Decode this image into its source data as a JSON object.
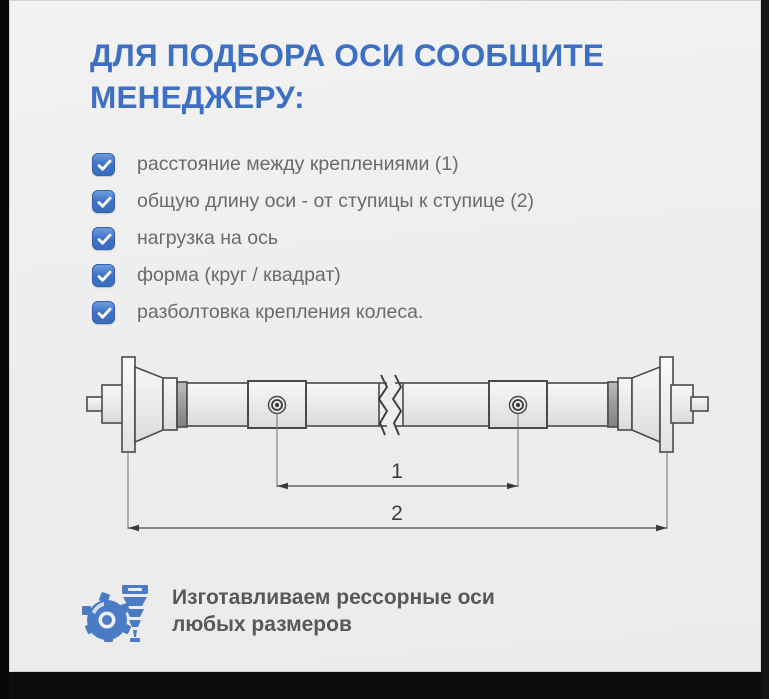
{
  "heading": {
    "line1": "ДЛЯ ПОДБОРА ОСИ СООБЩИТЕ",
    "line2": "МЕНЕДЖЕРУ:"
  },
  "checklist": {
    "items": [
      {
        "label": "расстояние между креплениями (1)",
        "icon": "check-icon"
      },
      {
        "label": "общую длину оси - от ступицы к ступице (2)",
        "icon": "check-icon"
      },
      {
        "label": "нагрузка на ось",
        "icon": "check-icon"
      },
      {
        "label": "форма (круг / квадрат)",
        "icon": "check-icon"
      },
      {
        "label": "разболтовка крепления колеса.",
        "icon": "check-icon"
      }
    ]
  },
  "diagram": {
    "name": "trailer-axle-technical-drawing",
    "dimension_1": "1",
    "dimension_2": "2",
    "break_symbol": "zigzag-break-icon"
  },
  "footer": {
    "icon": "gear-brake-spring-icon",
    "line1": "Изготавливаем рессорные оси",
    "line2": "любых размеров"
  },
  "colors": {
    "heading_blue": "#3d6fc3",
    "check_blue": "#3f73c6",
    "body_gray": "#6a6a6a",
    "footer_gray": "#585858",
    "background": "#eeeeee",
    "line_dark": "#4a4a4a"
  }
}
